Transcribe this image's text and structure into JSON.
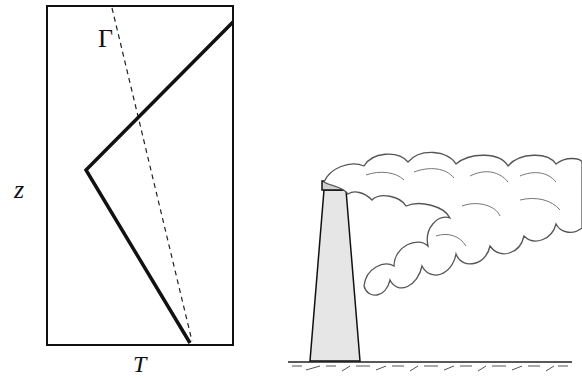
{
  "diagram": {
    "labels": [
      "Γ",
      "z",
      "T"
    ]
  }
}
